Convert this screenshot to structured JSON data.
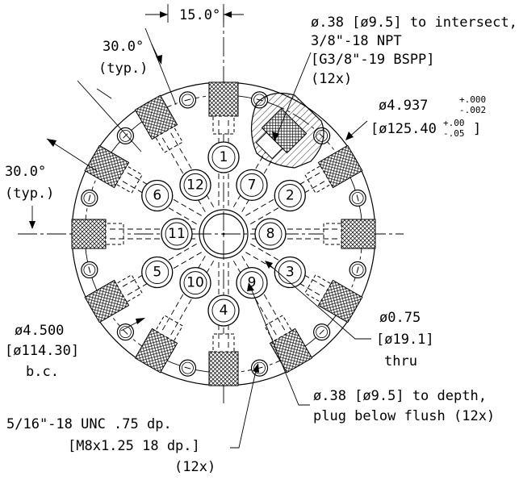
{
  "diagram": {
    "ports_inner": [
      "1",
      "2",
      "3",
      "4",
      "5",
      "6",
      "7",
      "8",
      "9",
      "10",
      "11",
      "12"
    ],
    "annotations": {
      "angle_top": "15.0°",
      "angle_upper": "30.0°",
      "angle_upper_typ": "(typ.)",
      "angle_left": "30.0°",
      "angle_left_typ": "(typ.)",
      "npt_line1": "ø.38 [ø9.5] to intersect,",
      "npt_line2": "3/8\"-18 NPT",
      "npt_line3": "[G3/8\"-19 BSPP]",
      "npt_line4": "(12x)",
      "od_main": "ø4.937",
      "od_tol_upper": "+.000",
      "od_tol_lower": "-.002",
      "od_metric_main": "[ø125.40",
      "od_metric_tol_upper": "+.00",
      "od_metric_tol_lower": "-.05",
      "od_metric_close": "]",
      "bc_line1": "ø4.500",
      "bc_line2": "[ø114.30]",
      "bc_line3": "b.c.",
      "thru_line1": "ø0.75",
      "thru_line2": "[ø19.1]",
      "thru_line3": "thru",
      "depth_line1": "ø.38 [ø9.5] to depth,",
      "depth_line2": "plug below flush (12x)",
      "unc_line1": "5/16\"-18 UNC .75 dp.",
      "unc_line2": "[M8x1.25 18 dp.]",
      "unc_line3": "(12x)"
    }
  }
}
